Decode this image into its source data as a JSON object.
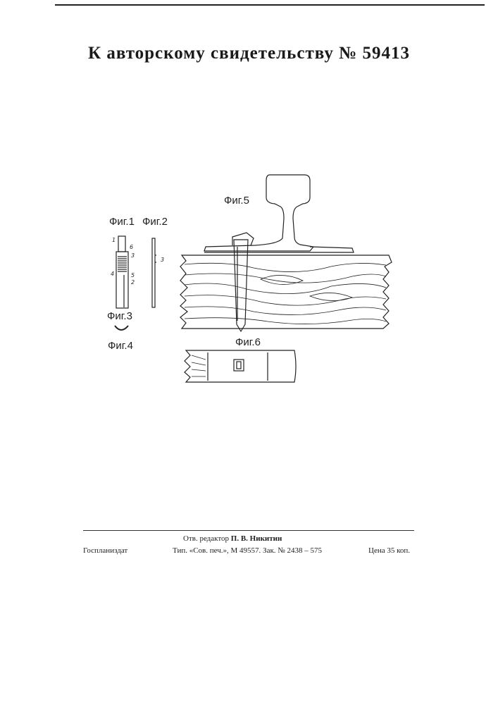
{
  "title": "К авторскому свидетельству № 59413",
  "figures": {
    "fig1": "Фиг.1",
    "fig2": "Фиг.2",
    "fig3": "Фиг.3",
    "fig4": "Фиг.4",
    "fig5": "Фиг.5",
    "fig6": "Фиг.6"
  },
  "parts": {
    "p1": "1",
    "p2": "2",
    "p3": "3",
    "p4": "4",
    "p5": "5",
    "p6": "6",
    "p3b": "3"
  },
  "footer": {
    "editor_prefix": "Отв. редактор",
    "editor_name": "П. В. Никитин",
    "publisher": "Госпланиздат",
    "print_info": "Тип. «Сов. печ.», М 49557. Зак. № 2438 – 575",
    "price": "Цена 35 коп."
  }
}
